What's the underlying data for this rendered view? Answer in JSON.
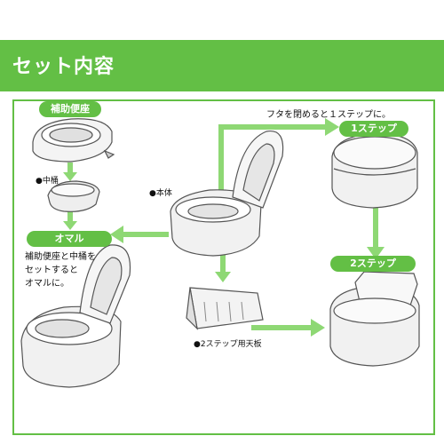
{
  "header": {
    "title": "セット内容"
  },
  "labels": {
    "hojo": "補助便座",
    "nakaoke": "●中桶",
    "omaru": "オマル",
    "honntai": "●本体",
    "step1": "1ステップ",
    "step2": "2ステップ",
    "tenban": "●2ステップ用天板",
    "futa_caption": "フタを閉めると１ステップに。",
    "omaru_caption_l1": "補助便座と中桶を",
    "omaru_caption_l2": "セットすると",
    "omaru_caption_l3": "オマルに。"
  },
  "colors": {
    "accent": "#63bf45",
    "arrow": "#8ed874",
    "outline": "#555555"
  }
}
